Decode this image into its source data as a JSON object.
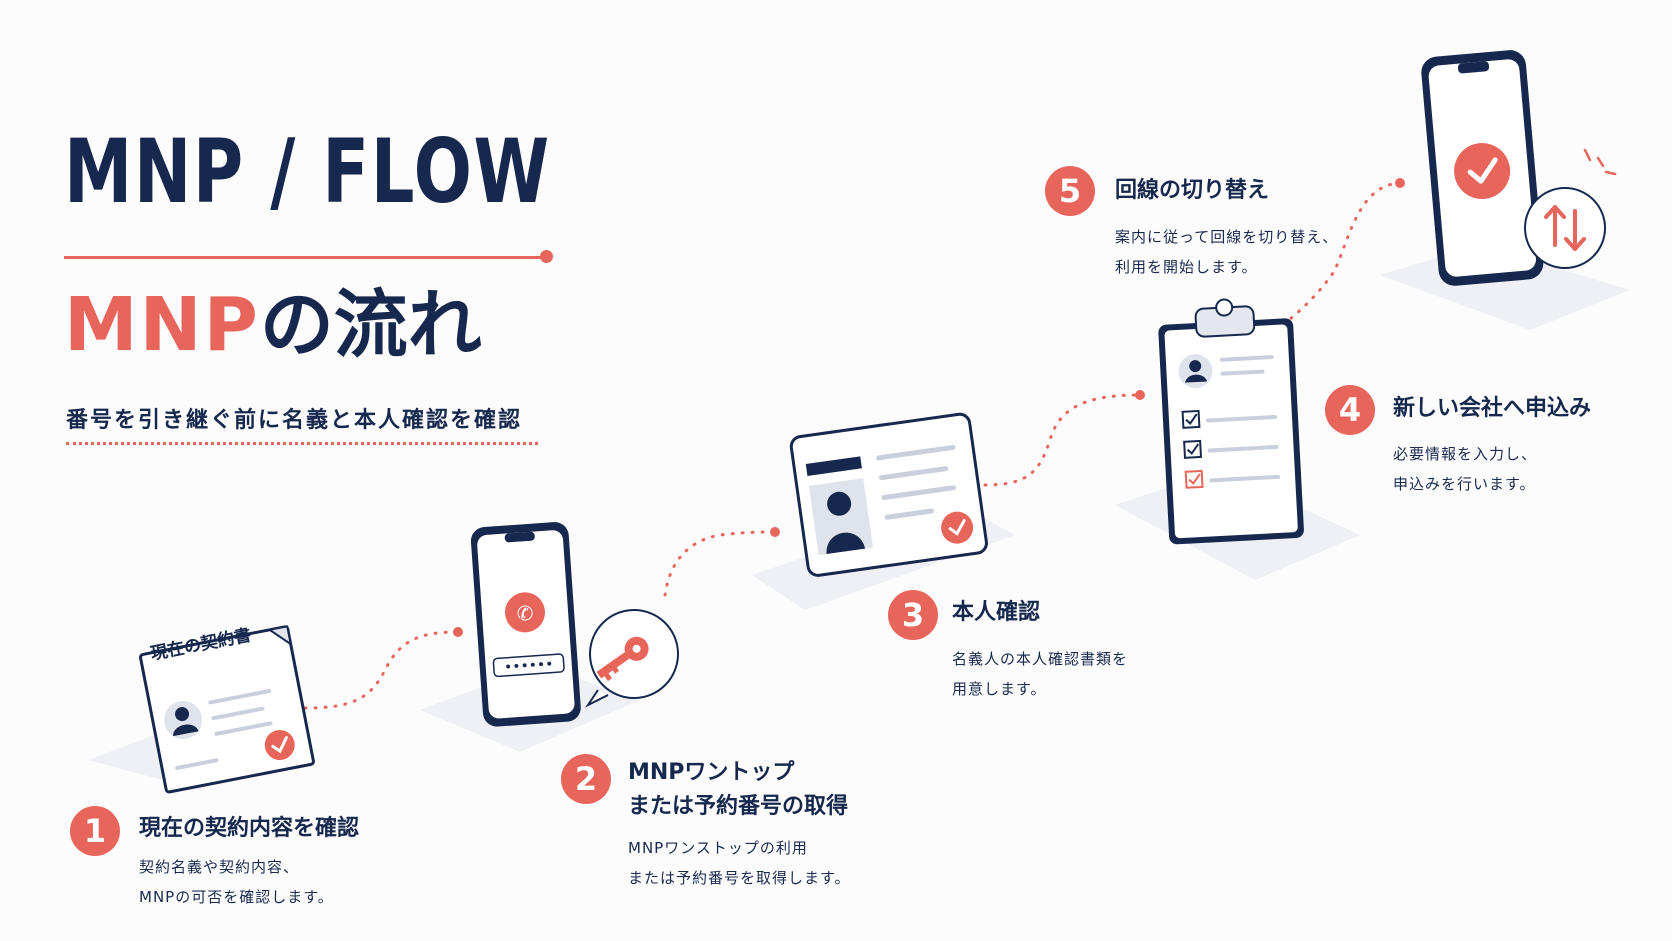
{
  "header": {
    "title_en": "MNP / FLOW",
    "title_jp_accent": "MNP",
    "title_jp_rest": "の流れ",
    "subtitle": "番号を引き継ぐ前に名義と本人確認を確認"
  },
  "steps": [
    {
      "number": "1",
      "title": "現在の契約内容を確認",
      "desc_line1": "契約名義や契約内容、",
      "desc_line2": "MNPの可否を確認します。",
      "illustration_label": "現在の契約書",
      "icon": "contract-document-icon"
    },
    {
      "number": "2",
      "title_line1": "MNPワントップ",
      "title_line2": "または予約番号の取得",
      "desc_line1": "MNPワンストップの利用",
      "desc_line2": "または予約番号を取得します。",
      "icon": "smartphone-key-icon"
    },
    {
      "number": "3",
      "title": "本人確認",
      "desc_line1": "名義人の本人確認書類を",
      "desc_line2": "用意します。",
      "icon": "id-card-icon"
    },
    {
      "number": "4",
      "title": "新しい会社へ申込み",
      "desc_line1": "必要情報を入力し、",
      "desc_line2": "申込みを行います。",
      "icon": "clipboard-checklist-icon"
    },
    {
      "number": "5",
      "title": "回線の切り替え",
      "desc_line1": "案内に従って回線を切り替え、",
      "desc_line2": "利用を開始します。",
      "icon": "smartphone-switch-icon"
    }
  ],
  "colors": {
    "navy": "#16284d",
    "coral": "#e8655c",
    "background": "#fcfcfd"
  }
}
